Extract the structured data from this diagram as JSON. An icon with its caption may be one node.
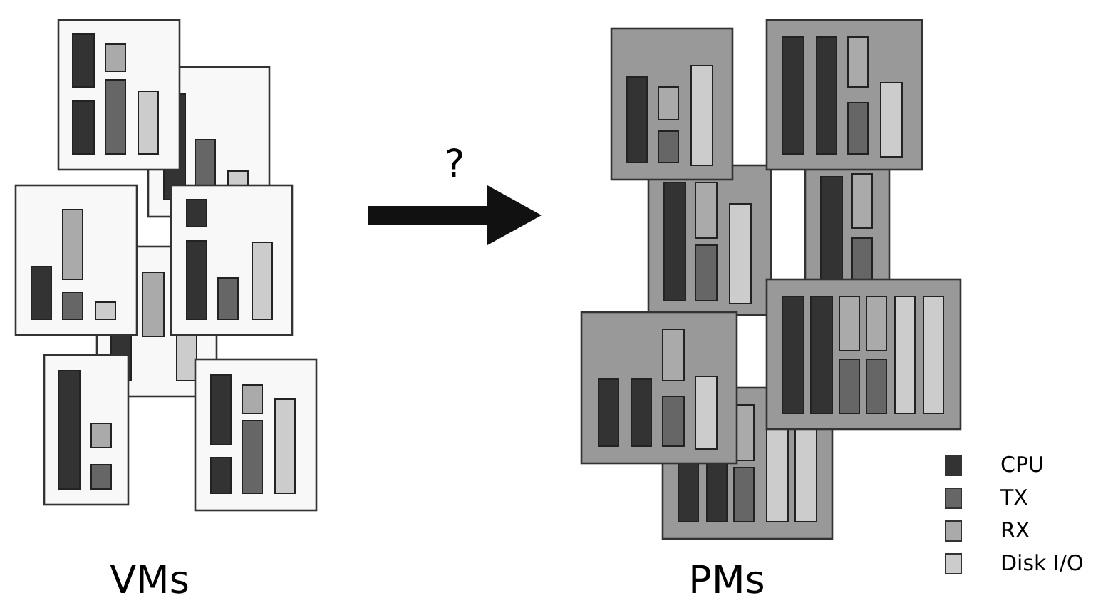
{
  "diagram": {
    "nodes": [
      {
        "text": [
          "VMs"
        ]
      },
      {
        "text": [
          "PMs"
        ]
      }
    ],
    "edges": [
      {
        "from": 0,
        "to": 1,
        "arrow": "to",
        "label": "?"
      }
    ],
    "legend": [
      {
        "text": "CPU",
        "color": "#333333"
      },
      {
        "text": "TX",
        "color": "#666666"
      },
      {
        "text": "RX",
        "color": "#aaaaaa"
      },
      {
        "text": "Disk I/O",
        "color": "#cccccc"
      }
    ]
  }
}
